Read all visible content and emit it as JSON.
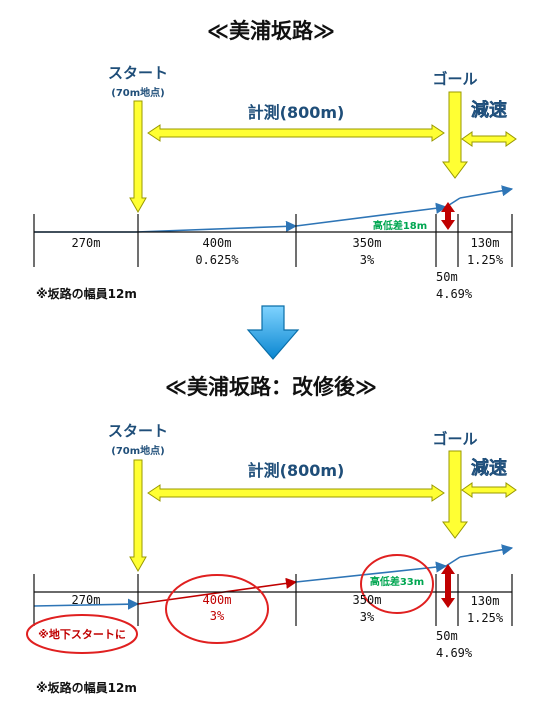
{
  "colors": {
    "yellow_fill": "#ffff33",
    "yellow_stroke": "#999900",
    "label_blue": "#1f4e79",
    "track_blue": "#2e75b6",
    "new_red": "#c00000",
    "height_green": "#00a651",
    "height_arrow": "#c00000",
    "down_arrow_blue": "#1e9be0"
  },
  "before": {
    "title": "≪美浦坂路≫",
    "start_label": "スタート",
    "start_sub": "(70m地点)",
    "goal_label": "ゴール",
    "measure_label": "計測(800m)",
    "decel_label": "減速",
    "height_diff": "高低差18m",
    "segments": [
      {
        "length": "270m",
        "grade": ""
      },
      {
        "length": "400m",
        "grade": "0.625%"
      },
      {
        "length": "350m",
        "grade": "3%"
      },
      {
        "length": "50m",
        "grade": "4.69%"
      },
      {
        "length": "130m",
        "grade": "1.25%"
      }
    ],
    "note": "※坂路の幅員12m"
  },
  "after": {
    "title": "≪美浦坂路：改修後≫",
    "start_label": "スタート",
    "start_sub": "(70m地点)",
    "goal_label": "ゴール",
    "measure_label": "計測(800m)",
    "decel_label": "減速",
    "height_diff": "高低差33m",
    "underground_note": "※地下スタートに",
    "segments": [
      {
        "length": "270m",
        "grade": ""
      },
      {
        "length": "400m",
        "grade": "3%"
      },
      {
        "length": "350m",
        "grade": "3%"
      },
      {
        "length": "50m",
        "grade": "4.69%"
      },
      {
        "length": "130m",
        "grade": "1.25%"
      }
    ],
    "note": "※坂路の幅員12m"
  },
  "icons": {
    "transition": "down-arrow-icon"
  }
}
